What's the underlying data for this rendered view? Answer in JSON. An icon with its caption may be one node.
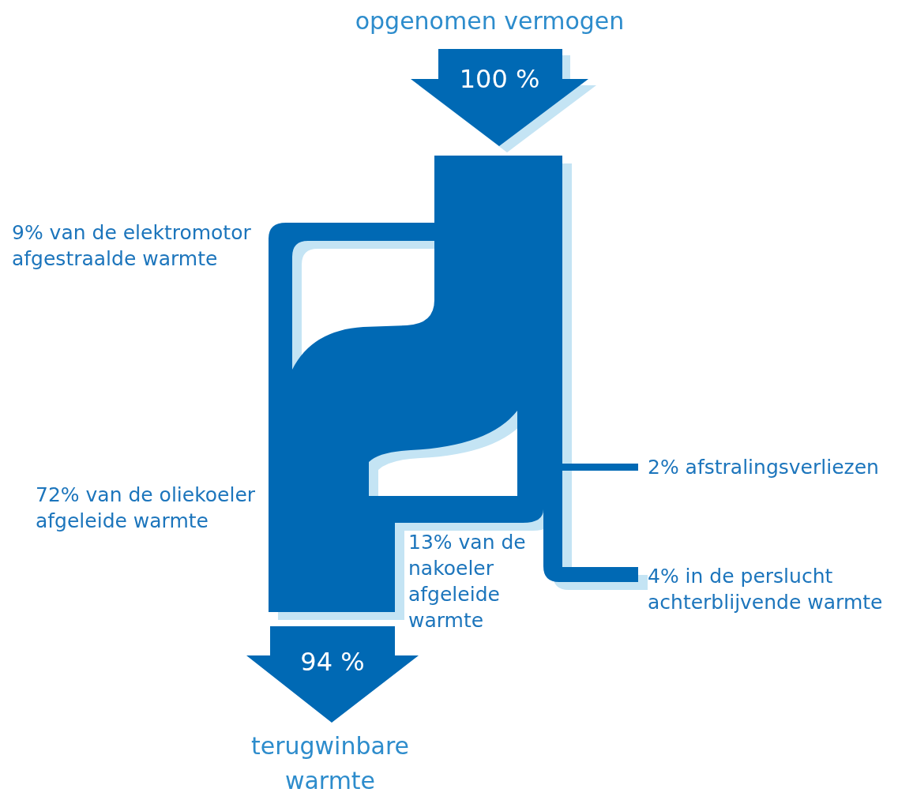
{
  "diagram": {
    "nodes": [
      {
        "text": [
          "opgenomen vermogen",
          "100 %"
        ]
      },
      {
        "text": [
          "94 %",
          "terugwinbare warmte"
        ]
      }
    ],
    "labels": [
      "9% van de elektromotor afgestraalde warmte",
      "2% afstralingsverliezen",
      "72% van de oliekoeler afgeleide warmte",
      "13% van de nakoeler afgeleide warmte",
      "4% in de perslucht achterblijvende warmte"
    ]
  }
}
